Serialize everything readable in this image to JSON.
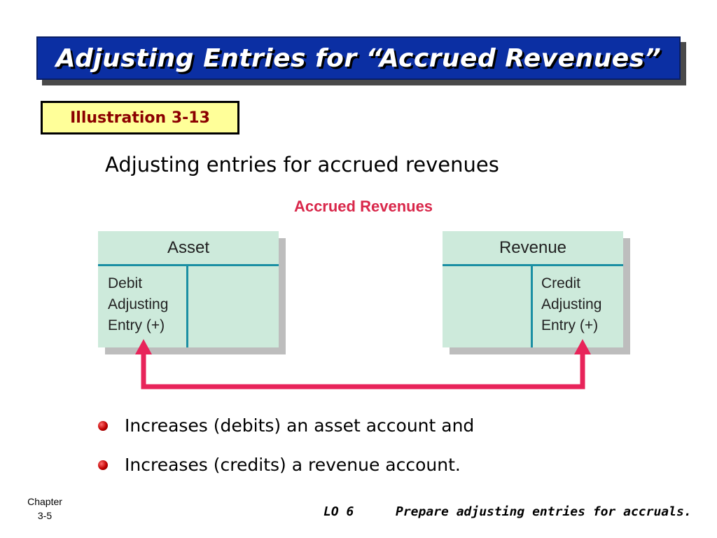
{
  "title": "Adjusting Entries for “Accrued Revenues”",
  "illustration_label": "Illustration 3-13",
  "subtitle": "Adjusting entries for accrued revenues",
  "diagram": {
    "heading": "Accrued Revenues",
    "asset_account": {
      "title": "Asset",
      "entry_lines": [
        "Debit",
        "Adjusting",
        "Entry (+)"
      ]
    },
    "revenue_account": {
      "title": "Revenue",
      "entry_lines": [
        "Credit",
        "Adjusting",
        "Entry (+)"
      ]
    },
    "colors": {
      "account_fill": "#cdeadb",
      "account_rule": "#1a8fa3",
      "arrow": "#e8245a",
      "heading": "#d9284b"
    }
  },
  "bullets": [
    "Increases (debits) an asset account and",
    "Increases (credits) a revenue account."
  ],
  "footer": {
    "chapter_line1": "Chapter",
    "chapter_line2": "3-5",
    "lo": "LO 6",
    "objective": "Prepare adjusting entries for accruals."
  },
  "colors": {
    "title_background": "#0b2fa3",
    "title_text": "#ffffff",
    "illustration_background": "#ffff99",
    "illustration_text": "#8b0000",
    "bullet": "#c00000"
  }
}
